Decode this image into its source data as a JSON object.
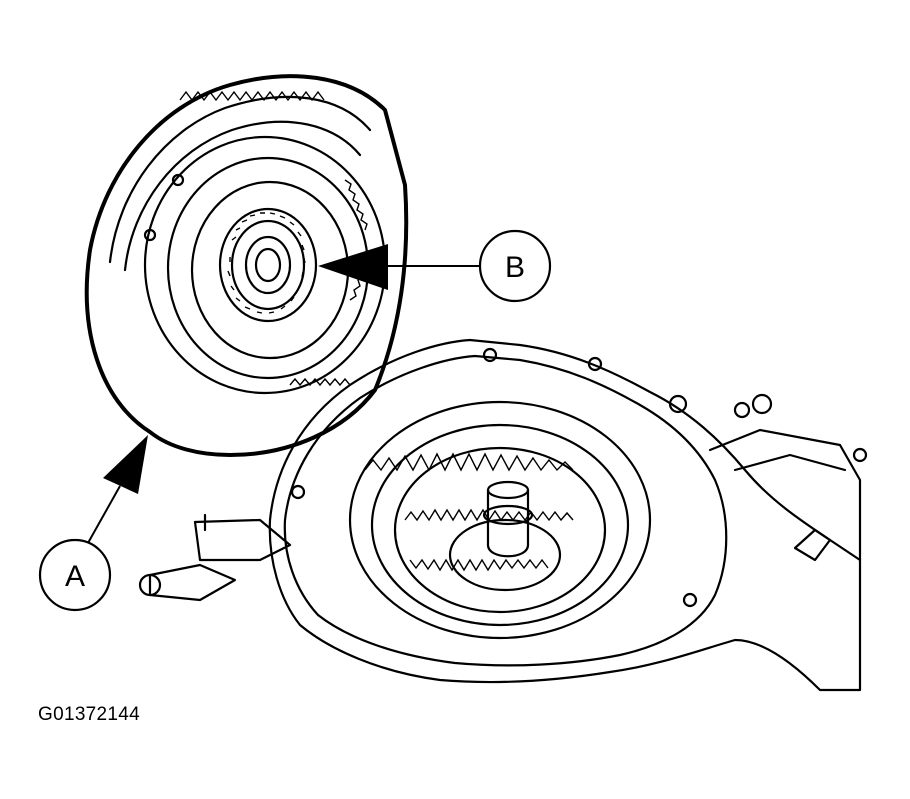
{
  "figure": {
    "figure_id": "G01372144"
  },
  "callouts": [
    {
      "id": "A",
      "label": "A"
    },
    {
      "id": "B",
      "label": "B"
    }
  ],
  "colors": {
    "ink": "#000000",
    "background": "#ffffff"
  }
}
